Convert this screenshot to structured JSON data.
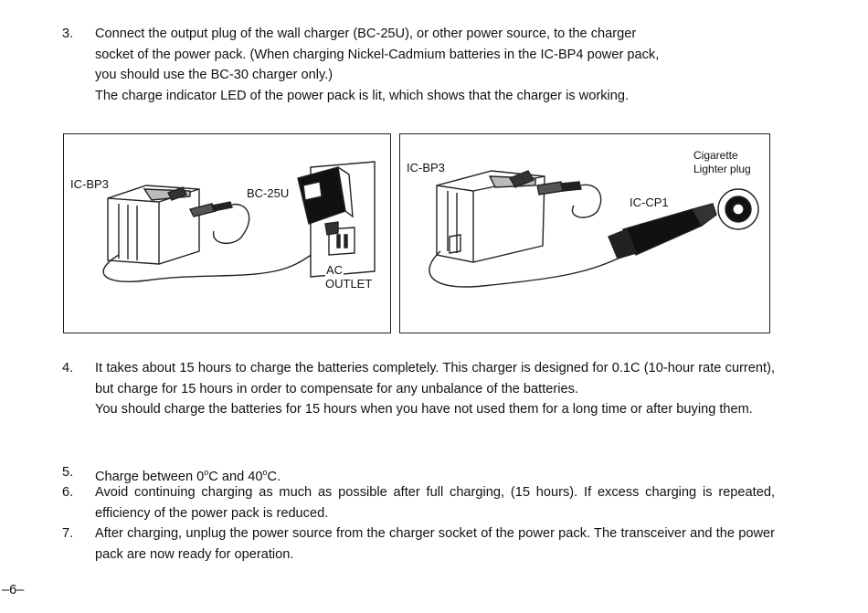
{
  "steps": {
    "s3": {
      "number": "3.",
      "lines": [
        "Connect the output plug of the wall charger (BC-25U), or other power source, to the charger",
        "socket of the power pack. (When charging Nickel-Cadmium batteries in the IC-BP4 power pack,",
        "you should use the BC-30 charger only.)",
        "The charge indicator LED of the power pack is lit, which shows that the charger is working."
      ]
    },
    "s4": {
      "number": "4.",
      "para1": "It takes about 15 hours to charge the batteries completely. This charger is designed for 0.1C (10-hour rate current), but charge for 15 hours in order to compensate for any unbalance of the batteries.",
      "para2": "You should charge the batteries for 15 hours when you have not used them for a long time or after buying them."
    },
    "s5": {
      "number": "5.",
      "text_a": "Charge between 0",
      "sup_a": "o",
      "text_b": "C and 40",
      "sup_b": "o",
      "text_c": "C."
    },
    "s6": {
      "number": "6.",
      "text": "Avoid continuing charging as much as possible after full charging, (15 hours). If excess charging is repeated, efficiency of the power pack is reduced."
    },
    "s7": {
      "number": "7.",
      "text": "After charging, unplug the power source from the charger socket of the power pack. The transceiver and the power pack are now ready for operation."
    }
  },
  "figure_left": {
    "pack_label": "IC-BP3",
    "charger_label": "BC-25U",
    "outlet_label_1": "AC",
    "outlet_label_2": "OUTLET"
  },
  "figure_right": {
    "pack_label": "IC-BP3",
    "cable_label": "IC-CP1",
    "lighter_label_1": "Cigarette",
    "lighter_label_2": "Lighter plug"
  },
  "page_number": "–6–"
}
